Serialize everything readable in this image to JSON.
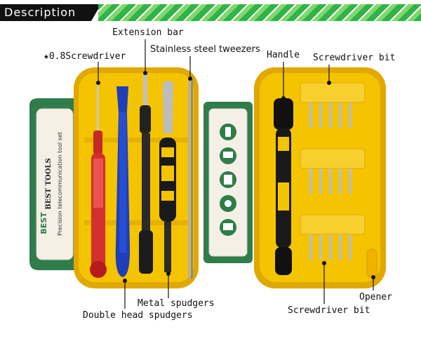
{
  "header": {
    "title": "Description"
  },
  "labels": {
    "extension_bar": "Extension bar",
    "screwdriver_08": "★0.8Screwdriver",
    "tweezers": "Stainless steel tweezers",
    "handle": "Handle",
    "screwdriver_bit_top": "Screwdriver bit",
    "metal_spudgers": "Metal spudgers",
    "double_head_spudgers": "Double head spudgers",
    "opener": "Opener",
    "screwdriver_bit_bottom": "Screwdriver bit"
  },
  "product": {
    "brand": "BEST TOOLS",
    "subtitle": "Precision telecommunication tool set",
    "logo_text": "BEST"
  },
  "colors": {
    "case_yellow": "#f5c400",
    "case_edge": "#e0a800",
    "flap_green": "#2e7d4a",
    "header_bg": "#111111",
    "stripe_green": "#2fb34a"
  }
}
